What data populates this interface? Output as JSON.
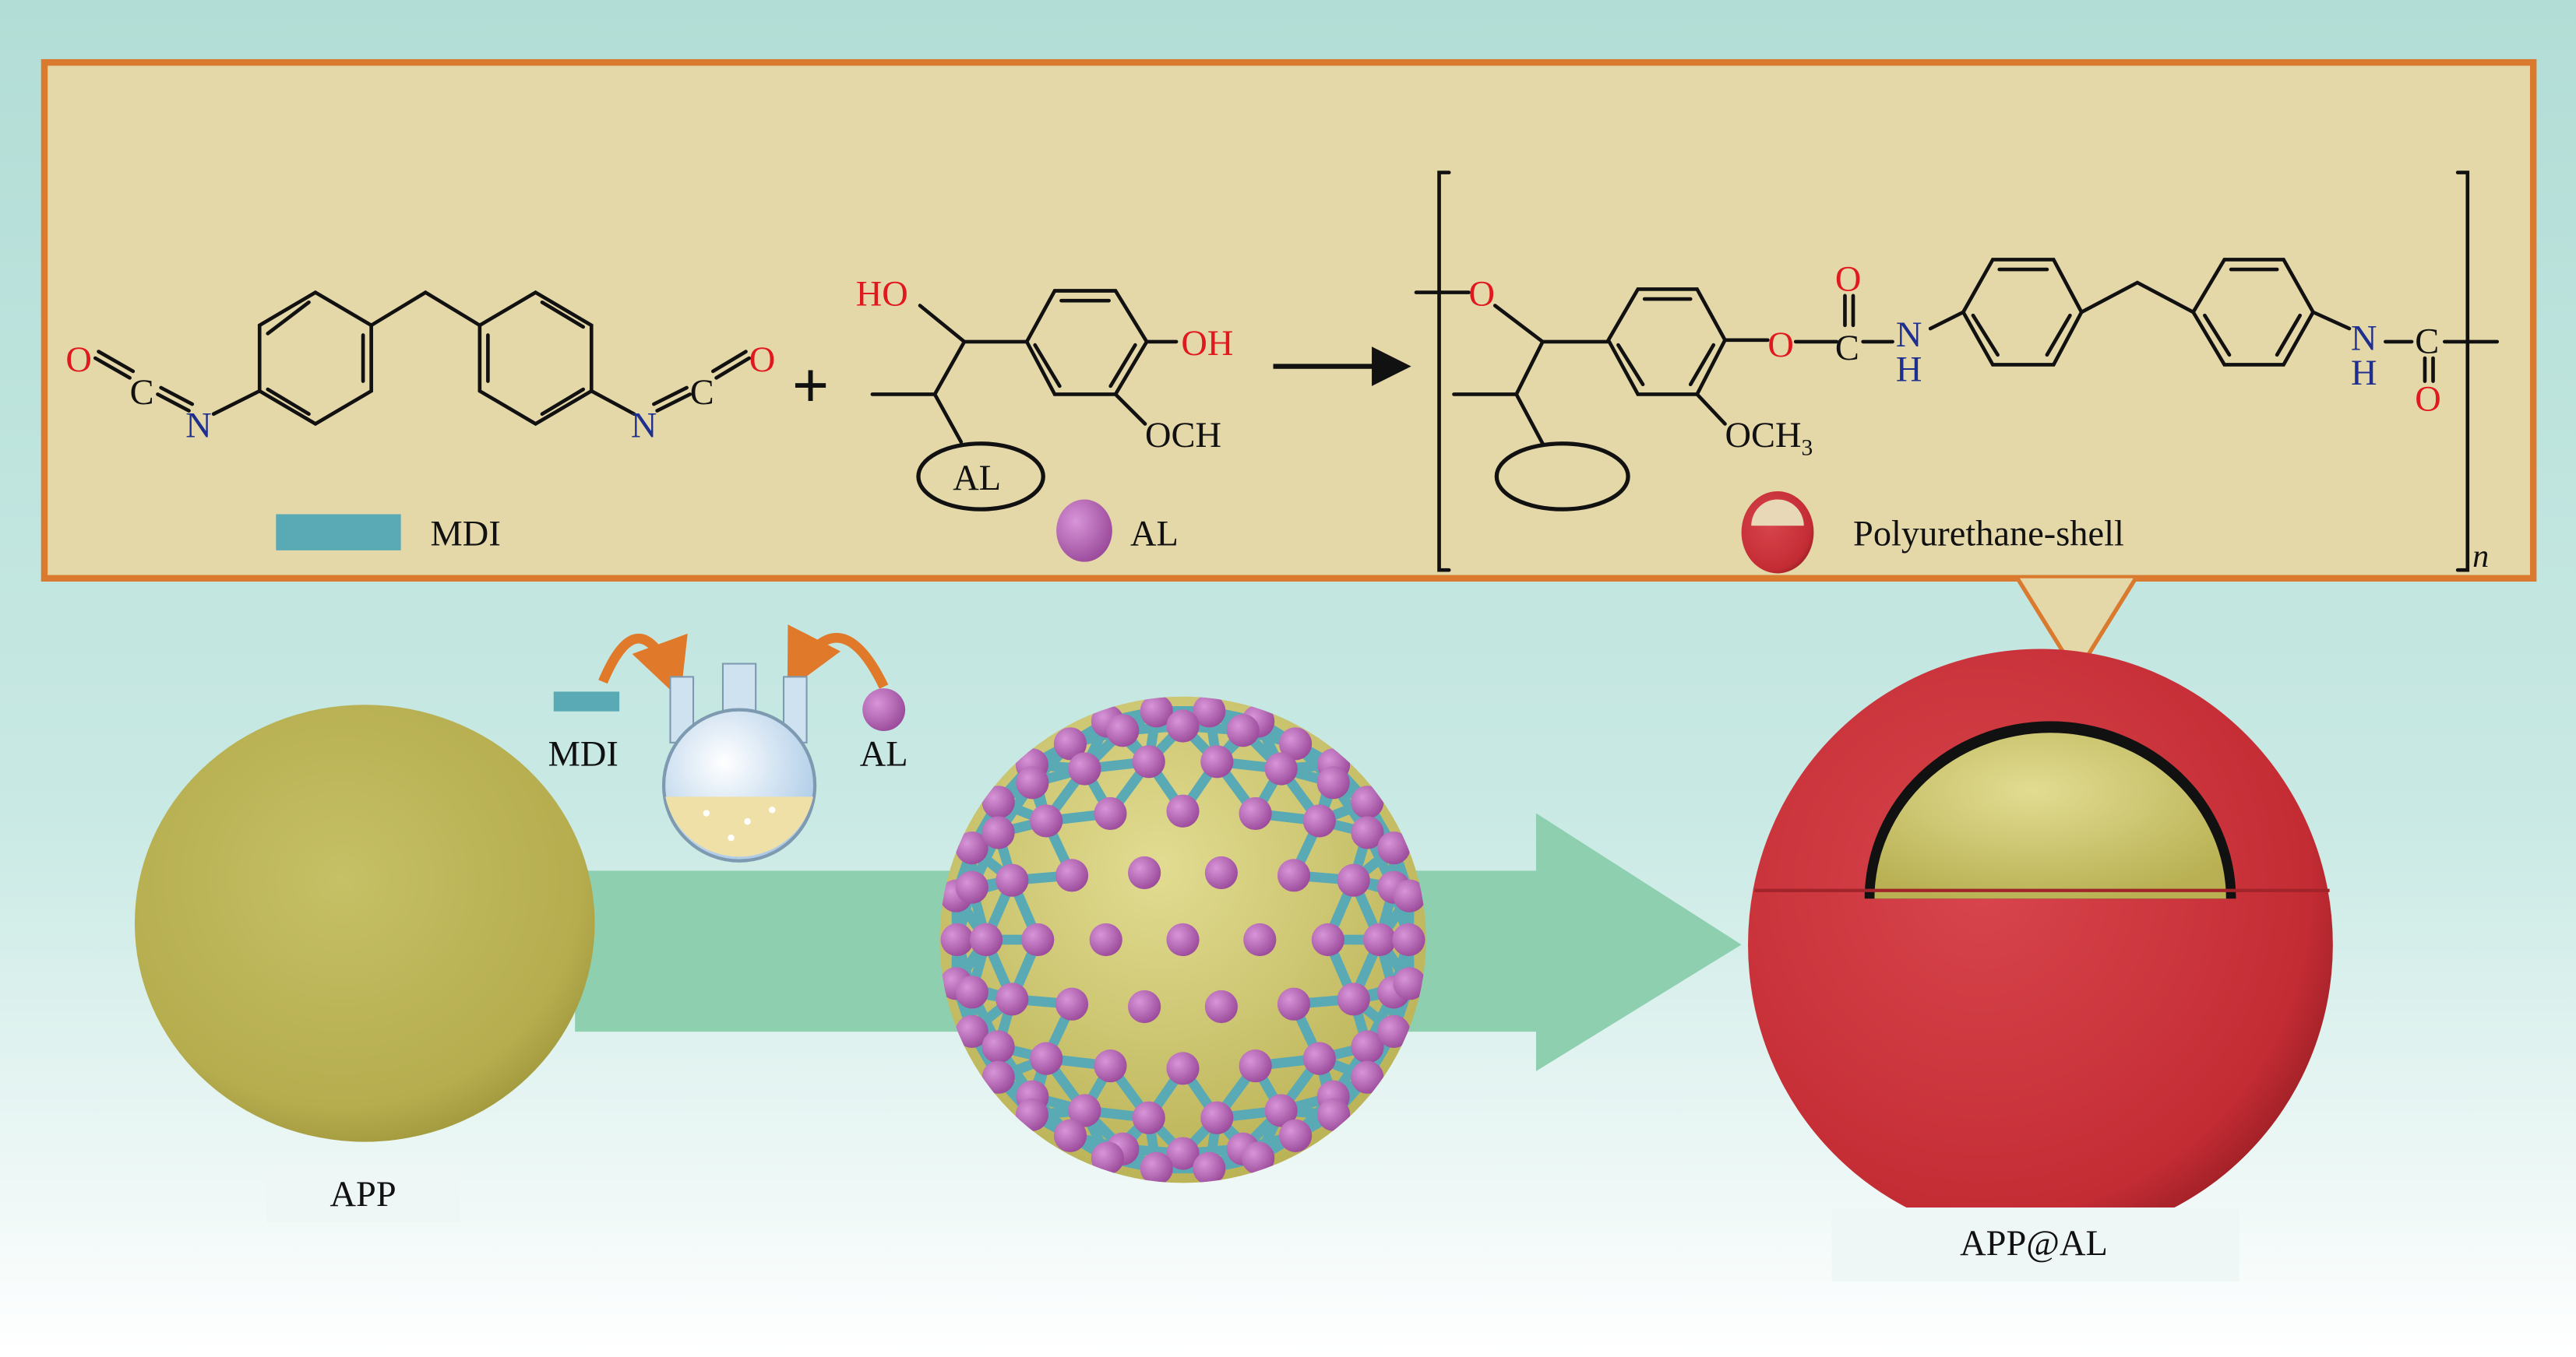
{
  "reaction": {
    "mdi_atoms": {
      "o": "O",
      "c": "C",
      "n": "N"
    },
    "plus": "+",
    "al_atoms": {
      "ho": "HO",
      "oh": "OH",
      "och": "OCH",
      "al_ring": "AL"
    },
    "product_atoms": {
      "o": "O",
      "c": "C",
      "n": "N",
      "h": "H",
      "och3": "OCH",
      "sub3": "3",
      "repeat": "n"
    }
  },
  "legend": {
    "mdi": "MDI",
    "al": "AL",
    "shell": "Polyurethane-shell"
  },
  "process": {
    "reagent_mdi": "MDI",
    "reagent_al": "AL",
    "start_label": "APP",
    "end_label": "APP@AL"
  },
  "colors": {
    "frame": "#d97a2e",
    "panel": "#e4d7a8",
    "mdi": "#5aaab5",
    "al": "#b060b0",
    "shell": "#c8343c",
    "app": "#bdb558",
    "arrow": "#8ecfb0"
  }
}
